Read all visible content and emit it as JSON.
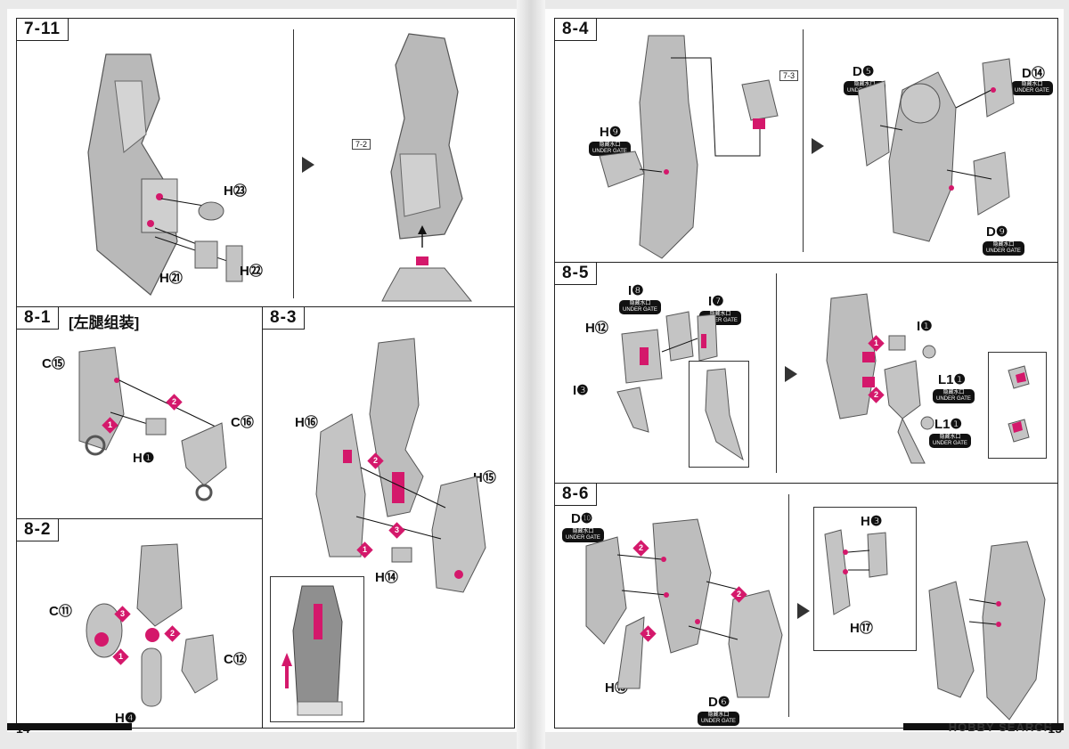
{
  "pages": {
    "left_number": "14",
    "right_number": "15",
    "watermark": "HOBBY SEARCH"
  },
  "steps": {
    "s7_11": {
      "label": "7-11",
      "ref": "7-2",
      "parts": [
        "H㉓",
        "H㉑",
        "H㉒"
      ]
    },
    "s8_1": {
      "label": "8-1",
      "title": "[左腿组装]",
      "parts": [
        "C⑮",
        "C⑯",
        "H❶"
      ],
      "badges": [
        "1",
        "2"
      ]
    },
    "s8_2": {
      "label": "8-2",
      "parts": [
        "C⑪",
        "C⑫",
        "H❹"
      ],
      "badges": [
        "1",
        "2",
        "3"
      ]
    },
    "s8_3": {
      "label": "8-3",
      "parts": [
        "H⑯",
        "H⑮",
        "H⑭"
      ],
      "badges": [
        "1",
        "2",
        "3"
      ]
    },
    "s8_4": {
      "label": "8-4",
      "ref": "7-3",
      "parts": [
        "H❾",
        "D❺",
        "D⑭",
        "D❾"
      ]
    },
    "s8_5": {
      "label": "8-5",
      "parts": [
        "I❽",
        "I❼",
        "H⑫",
        "I❸",
        "I❶",
        "L1❶",
        "L1❶"
      ],
      "badges": [
        "1",
        "2"
      ]
    },
    "s8_6": {
      "label": "8-6",
      "parts": [
        "D❿",
        "H❸",
        "H⑰",
        "H⑬",
        "D❻"
      ],
      "badges": [
        "1",
        "2",
        "2"
      ]
    }
  },
  "gate": {
    "cn": "隐藏水口",
    "en": "UNDER GATE"
  }
}
